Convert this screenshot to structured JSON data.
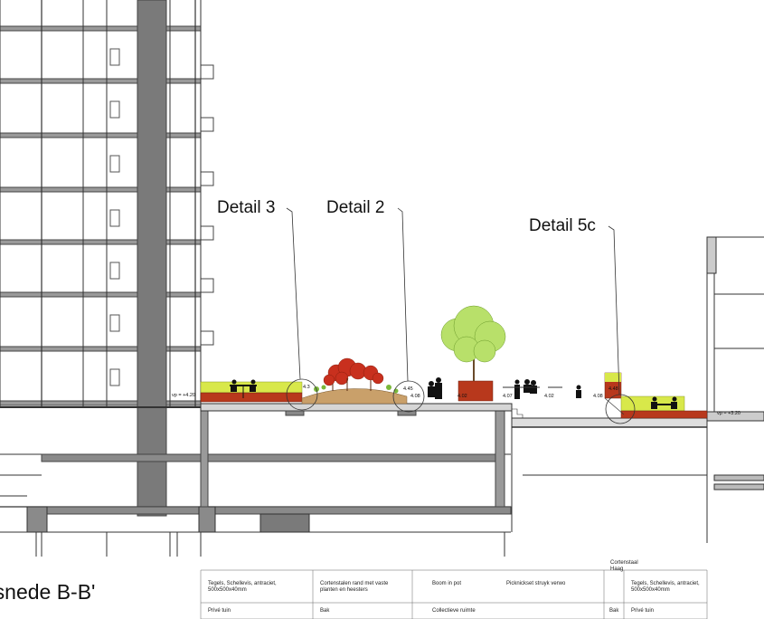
{
  "details": [
    {
      "id": "detail-3",
      "label": "Detail 3"
    },
    {
      "id": "detail-2",
      "label": "Detail 2"
    },
    {
      "id": "detail-5c",
      "label": "Detail 5c"
    }
  ],
  "section_title": "rsnede B-B'",
  "levels": {
    "vp_left": "vp = +4.20",
    "vp_right": "vp = +3.20",
    "m_445": "4.45",
    "m_408a": "4.08",
    "m_408b": "4.08",
    "m_402": "4.02",
    "m_407": "4.07",
    "m_448": "4.48",
    "m_43": "4.3"
  },
  "legend": {
    "tiles_left": "Tegels, Schellevis, antraciet, 500x500x40mm",
    "corten_edge": "Cortenstalen rand met vaste planten en heesters",
    "tree_pot": "Boom in pot",
    "picnic": "Picknickset struyk verwo",
    "corten_haag": "Cortenstaal Haag",
    "tiles_right": "Tegels, Schellevis, antraciet, 500x500x40mm",
    "prive_left": "Privé tuin",
    "bak_left": "Bak",
    "collective": "Collectieve ruimte",
    "bak_right": "Bak",
    "prive_right": "Privé tuin"
  },
  "colors": {
    "line": "#333333",
    "column": "#7a7a7a",
    "hedge": "#d8e84a",
    "corten": "#b8381c",
    "soil": "#c9a06a",
    "tree_canopy": "#b8e06a",
    "red_shrub": "#c8301e"
  }
}
